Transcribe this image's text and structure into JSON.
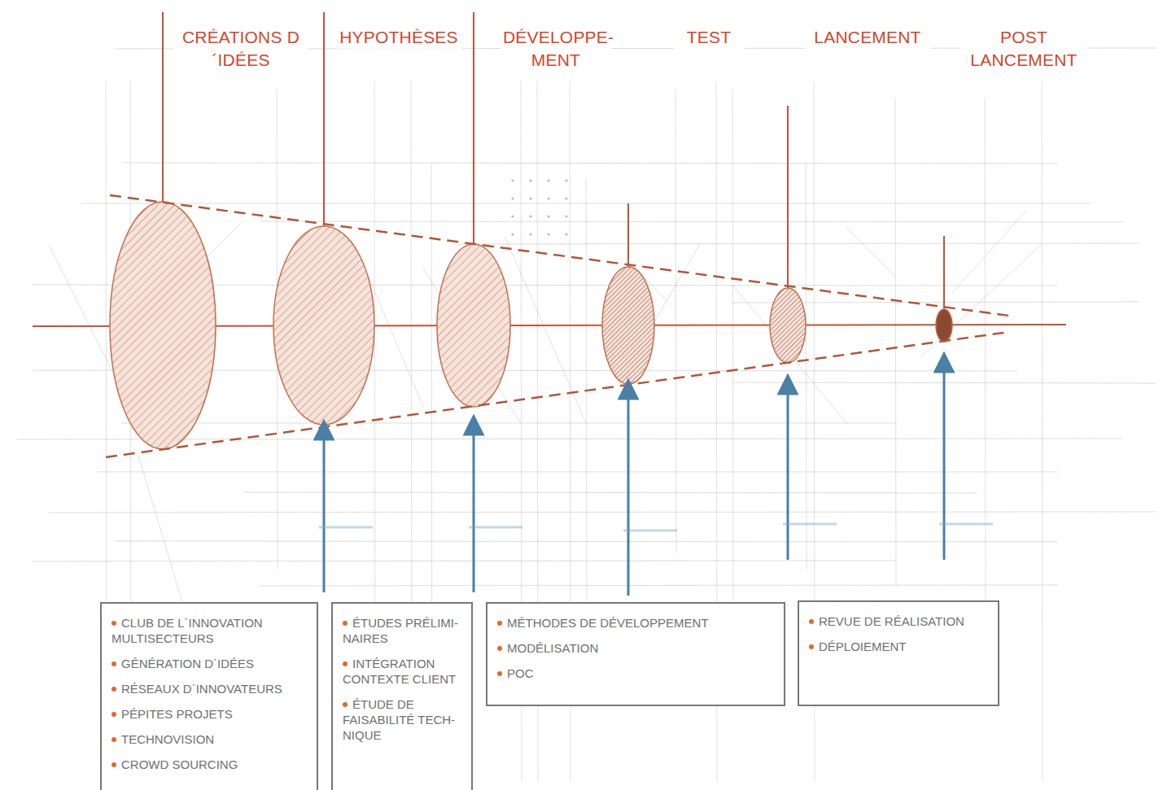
{
  "diagram": {
    "nodes": [
      {
        "text": [
          "CLUB DE L´INNOVATION MULTISECTEURS",
          "GÉNÉRATION D´IDÉES",
          "RÉSEAUX D´INNOVATEURS",
          "PÉPITES PROJETS",
          "TECHNOVISION",
          "CROWD SOURCING"
        ]
      },
      {
        "text": [
          "ÉTUDES PRÉLIMI- NAIRES",
          "INTÉGRATION CONTEXTE CLIENT",
          "ÉTUDE DE FAISABILITÉ TECH- NIQUE"
        ]
      },
      {
        "text": [
          "MÉTHODES DE DÉVELOPPEMENT",
          "MODÉLISATION",
          "POC"
        ]
      },
      {
        "text": [
          "REVUE DE RÉALISATION",
          "DÉPLOIEMENT"
        ]
      }
    ],
    "edges": [],
    "labels": [
      "CRÉATIONS D´IDÉES",
      "HYPOTHÈSES",
      "DÉVELOPPE- MENT",
      "TEST",
      "LANCEMENT",
      "POST LANCEMENT"
    ]
  }
}
